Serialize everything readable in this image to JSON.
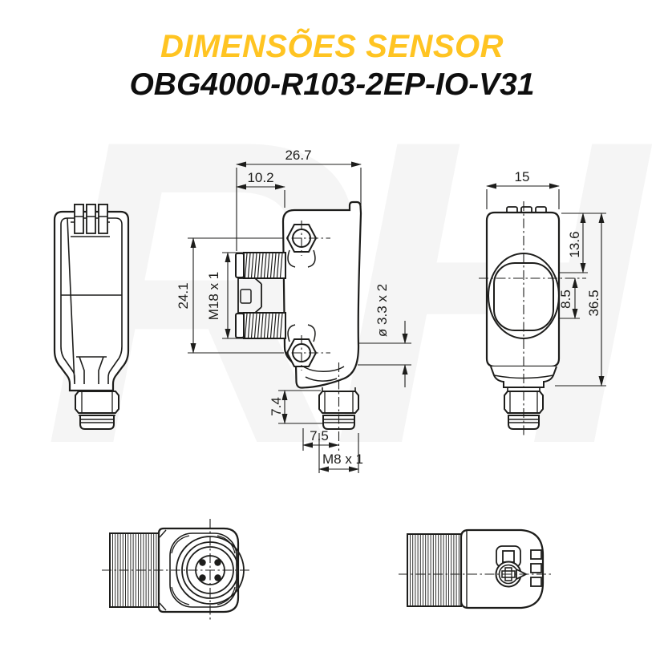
{
  "header": {
    "title": "DIMENSÕES SENSOR",
    "subtitle": "OBG4000-R103-2EP-IO-V31"
  },
  "watermark": {
    "text": "RH"
  },
  "colors": {
    "accent": "#FFC422",
    "line": "#1d1d1b"
  },
  "dims": {
    "side": {
      "total_depth": "26.7",
      "front_depth": "10.2",
      "hole_spacing": "24.1",
      "thread": "M18 x 1",
      "mount_hole": "ø 3.3 x 2",
      "connector_length": "7.4",
      "connector_offset": "7.5",
      "connector_thread": "M8 x 1"
    },
    "rear": {
      "width": "15",
      "top_to_lens": "13.6",
      "lens_center": "8.5",
      "height": "36.5"
    }
  }
}
